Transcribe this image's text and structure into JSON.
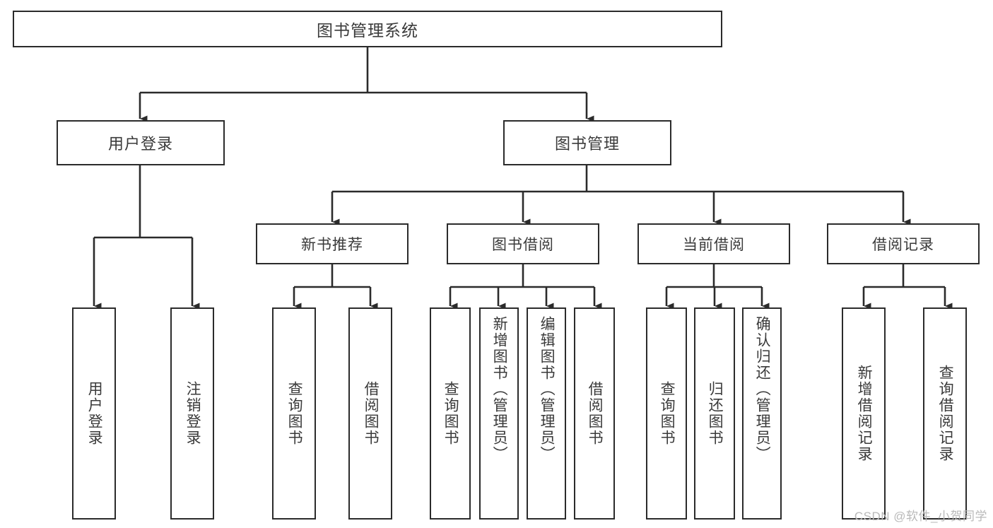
{
  "diagram": {
    "title": "图书管理系统",
    "type": "tree-hierarchy-chart",
    "colors": {
      "stroke": "#2b2b2b",
      "text": "#3a3a3a",
      "background": "#ffffff",
      "watermark": "#b9b9b9"
    }
  },
  "root": {
    "label": "图书管理系统"
  },
  "level1": [
    {
      "label": "用户登录"
    },
    {
      "label": "图书管理"
    }
  ],
  "level2": [
    {
      "label": "新书推荐"
    },
    {
      "label": "图书借阅"
    },
    {
      "label": "当前借阅"
    },
    {
      "label": "借阅记录"
    }
  ],
  "leaves": {
    "user_login": [
      {
        "label": "用户登录"
      },
      {
        "label": "注销登录"
      }
    ],
    "new_book_recommend": [
      {
        "label": "查询图书"
      },
      {
        "label": "借阅图书"
      }
    ],
    "book_borrow": [
      {
        "label": "查询图书"
      },
      {
        "label": "新增图书（管理员）"
      },
      {
        "label": "编辑图书（管理员）"
      },
      {
        "label": "借阅图书"
      }
    ],
    "current_borrow": [
      {
        "label": "查询图书"
      },
      {
        "label": "归还图书"
      },
      {
        "label": "确认归还（管理员）"
      }
    ],
    "borrow_record": [
      {
        "label": "新增借阅记录"
      },
      {
        "label": "查询借阅记录"
      }
    ]
  },
  "watermark": {
    "text": "CSDN @软件_小贺同学"
  }
}
